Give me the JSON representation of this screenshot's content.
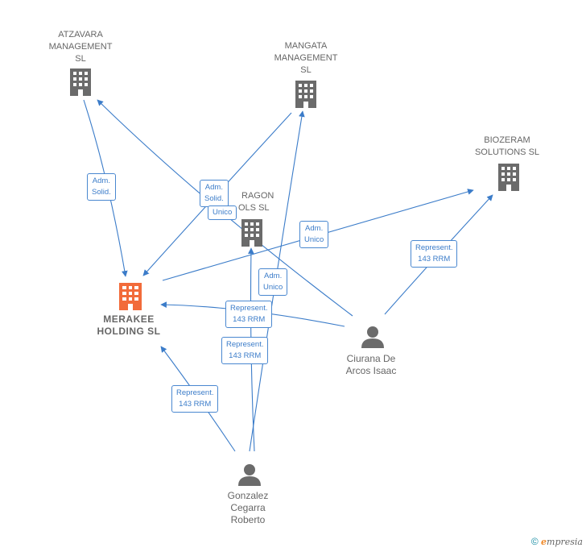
{
  "colors": {
    "edge": "#3b7cc9",
    "company": "#6b6b6b",
    "focus_company": "#f26b3a",
    "person": "#6b6b6b"
  },
  "nodes": {
    "atzavara": {
      "label": [
        "ATZAVARA",
        "MANAGEMENT",
        "SL"
      ],
      "kind": "company",
      "icon": "building-icon"
    },
    "mangata": {
      "label": [
        "MANGATA",
        "MANAGEMENT",
        "SL"
      ],
      "kind": "company",
      "icon": "building-icon"
    },
    "biozeram": {
      "label": [
        "BIOZERAM",
        "SOLUTIONS SL"
      ],
      "kind": "company",
      "icon": "building-icon"
    },
    "aragon": {
      "label": [
        "RAGON",
        "OLS  SL"
      ],
      "kind": "company",
      "icon": "building-icon"
    },
    "merakee": {
      "label": [
        "MERAKEE",
        "HOLDING  SL"
      ],
      "kind": "focus-company",
      "icon": "building-icon"
    },
    "ciurana": {
      "label": [
        "Ciurana De",
        "Arcos Isaac"
      ],
      "kind": "person",
      "icon": "person-icon"
    },
    "gonzalez": {
      "label": [
        "Gonzalez",
        "Cegarra",
        "Roberto"
      ],
      "kind": "person",
      "icon": "person-icon"
    }
  },
  "edge_labels": {
    "atz_merakee": [
      "Adm.",
      "Solid."
    ],
    "mangata_merakee": [
      "Adm.",
      "Solid."
    ],
    "unico_top": [
      "Unico"
    ],
    "ciurana_biozeram_adm": [
      "Adm.",
      "Unico"
    ],
    "gonzalez_mangata": [
      "Adm.",
      "Unico"
    ],
    "ciurana_biozeram_rep": [
      "Represent.",
      "143 RRM"
    ],
    "ciurana_merakee": [
      "Represent.",
      "143 RRM"
    ],
    "gonzalez_aragon": [
      "Represent.",
      "143 RRM"
    ],
    "gonzalez_merakee": [
      "Represent.",
      "143 RRM"
    ]
  },
  "footer": {
    "copyright": "©",
    "brand_initial": "e",
    "brand_rest": "mpresia"
  }
}
